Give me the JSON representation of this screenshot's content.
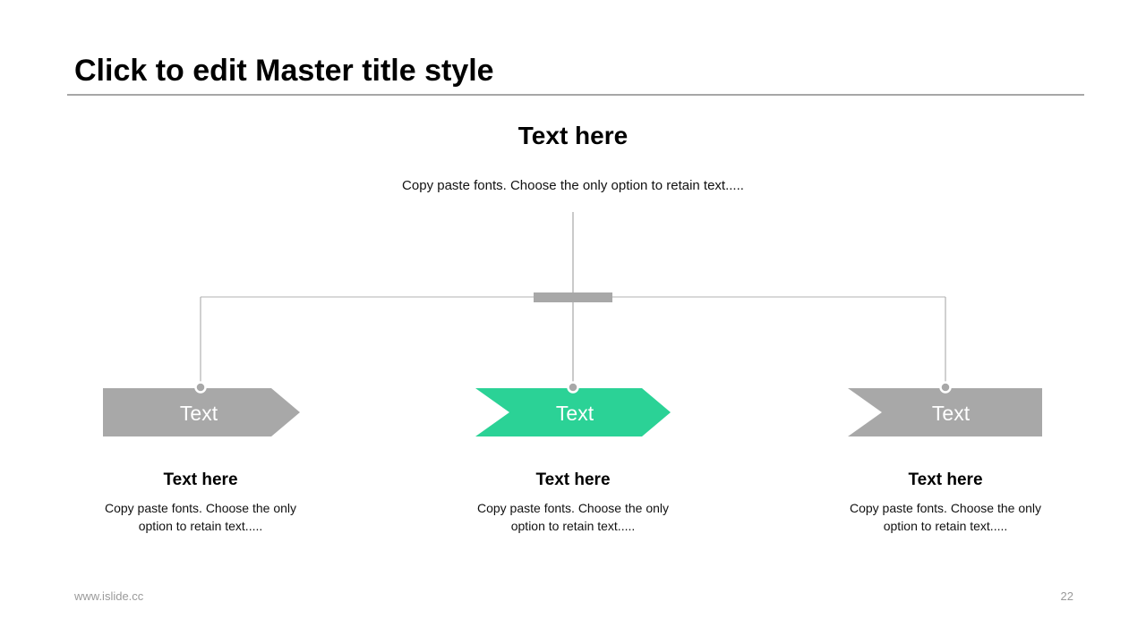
{
  "slide": {
    "title": "Click to edit Master title style",
    "heading": "Text here",
    "subtitle": "Copy paste fonts. Choose the only option to retain text.....",
    "footer": {
      "url": "www.islide.cc",
      "page_number": "22"
    }
  },
  "diagram": {
    "type": "process-flow",
    "colors": {
      "gray": "#a8a8a8",
      "green": "#2bd296",
      "line": "#b0b0b0",
      "connector_node": "#a8a8a8"
    },
    "steps": [
      {
        "arrow_label": "Text",
        "shape": "arrow-right",
        "color": "#a8a8a8",
        "heading": "Text here",
        "body": "Copy paste fonts. Choose the only option to retain text....."
      },
      {
        "arrow_label": "Text",
        "shape": "chevron",
        "color": "#2bd296",
        "heading": "Text here",
        "body": "Copy paste fonts. Choose the only option to retain text....."
      },
      {
        "arrow_label": "Text",
        "shape": "chevron-end",
        "color": "#a8a8a8",
        "heading": "Text here",
        "body": "Copy paste fonts. Choose the only option to retain text....."
      }
    ]
  }
}
